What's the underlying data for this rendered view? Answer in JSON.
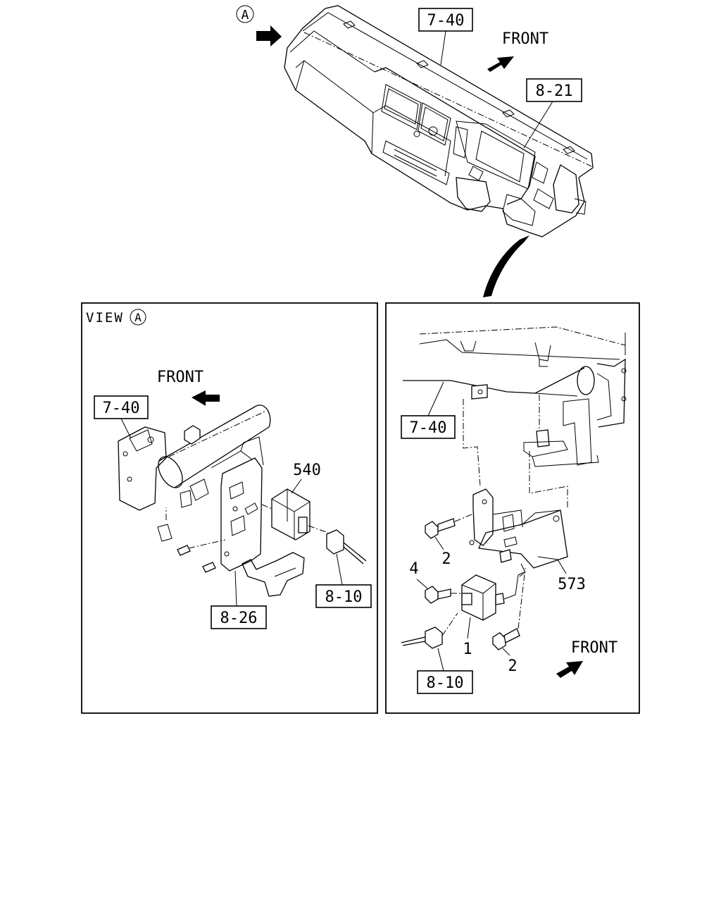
{
  "callout_marker": "A",
  "top": {
    "ref_dash": "7-40",
    "ref_meter": "8-21",
    "front_label": "FRONT"
  },
  "view_a": {
    "title": "VIEW",
    "marker": "A",
    "front_label": "FRONT",
    "ref_dash": "7-40",
    "part_relay": "540",
    "ref_harness": "8-10",
    "ref_bracket": "8-26"
  },
  "detail": {
    "ref_dash": "7-40",
    "part_bolt_upper": "2",
    "part_bracket": "573",
    "part_screw": "4",
    "part_unit": "1",
    "part_bolt_lower": "2",
    "ref_harness": "8-10",
    "front_label": "FRONT"
  }
}
